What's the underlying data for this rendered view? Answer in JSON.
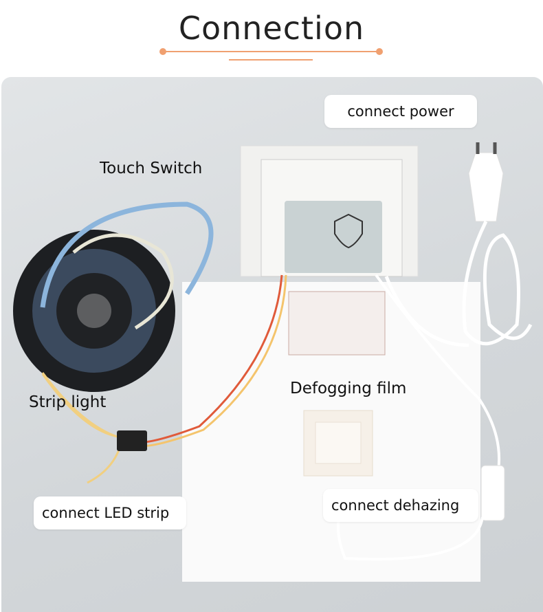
{
  "header": {
    "title": "Connection",
    "accent": "#f0a070"
  },
  "labels": {
    "touch_switch": "Touch Switch",
    "strip_light": "Strip light",
    "defogging_film": "Defogging film"
  },
  "callouts": {
    "connect_power": "connect power",
    "connect_led_strip": "connect LED strip",
    "connect_dehazing": "connect dehazing"
  }
}
